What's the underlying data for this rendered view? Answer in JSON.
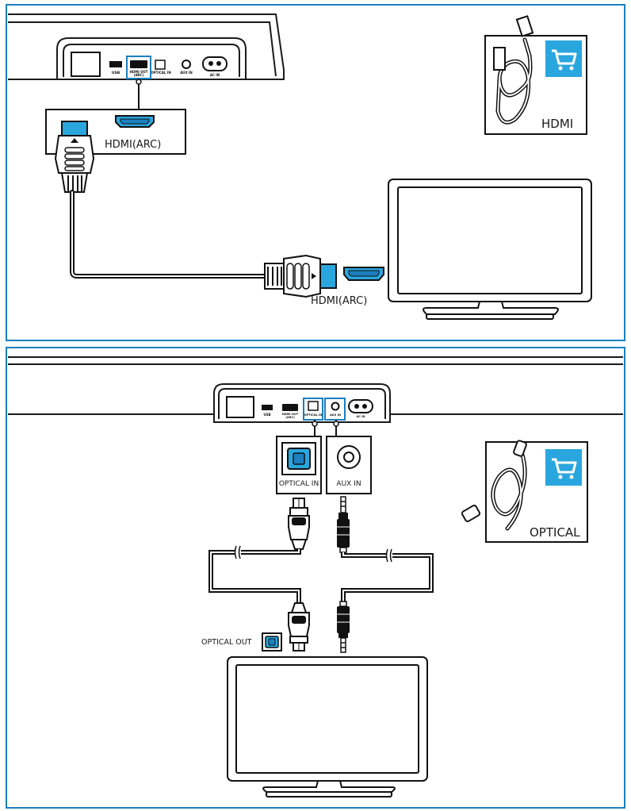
{
  "colors": {
    "accent": "#1b7fc0",
    "hdmi_blue": "#2aa6df",
    "line": "#1a1a1a"
  },
  "panel_top": {
    "ports": {
      "usb": "USB",
      "hdmi_out_line1": "HDMI OUT",
      "hdmi_out_line2": "(ARC)",
      "optical": "OPTICAL IN",
      "aux": "AUX IN",
      "ac": "AC IN"
    },
    "soundbar_connector_label": "HDMI(ARC)",
    "tv_connector_label": "HDMI(ARC)",
    "cable_card_label": "HDMI",
    "cart_icon": "shopping-cart-icon"
  },
  "panel_bottom": {
    "ports": {
      "usb": "USB",
      "hdmi_out_line1": "HDMI OUT",
      "hdmi_out_line2": "(ARC)",
      "optical": "OPTICAL IN",
      "aux": "AUX IN",
      "ac": "AC IN"
    },
    "optical_in_label": "OPTICAL IN",
    "aux_in_label": "AUX IN",
    "optical_out_label": "OPTICAL OUT",
    "cable_card_label": "OPTICAL",
    "cart_icon": "shopping-cart-icon"
  }
}
